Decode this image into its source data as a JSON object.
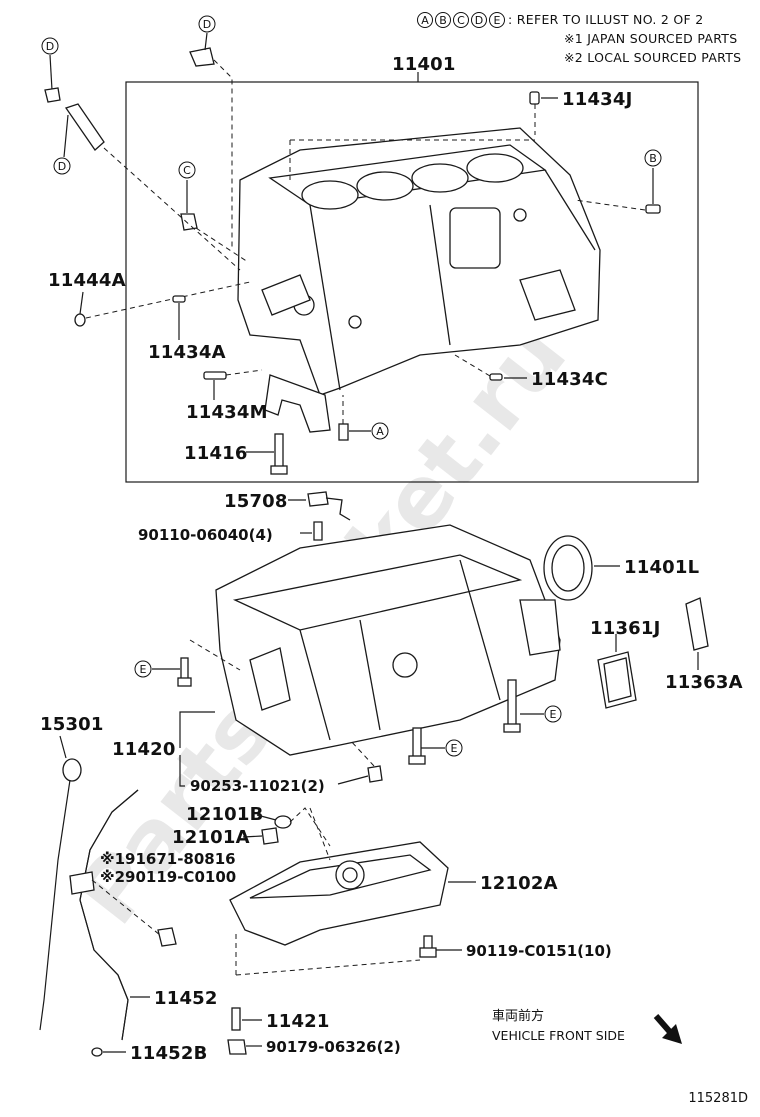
{
  "header": {
    "legend_letters": [
      "A",
      "B",
      "C",
      "D",
      "E"
    ],
    "legend_text": ": REFER TO ILLUST NO. 2 OF 2",
    "note1": "※1 JAPAN SOURCED PARTS",
    "note2": "※2 LOCAL SOURCED PARTS"
  },
  "watermark": "PartsMarket.ru",
  "parts": {
    "p11401": "11401",
    "p11434J": "11434J",
    "p11444A": "11444A",
    "p11434A": "11434A",
    "p11434C": "11434C",
    "p11434M": "11434M",
    "p11416": "11416",
    "p15708": "15708",
    "p90110": "90110-06040(4)",
    "p11401L": "11401L",
    "p11361J": "11361J",
    "p11363A": "11363A",
    "p15301": "15301",
    "p11420": "11420",
    "p90253": "90253-11021(2)",
    "p12101B": "12101B",
    "p12101A": "12101A",
    "p191671": "※191671-80816",
    "p290119": "※290119-C0100",
    "p12102A": "12102A",
    "p90119c": "90119-C0151(10)",
    "p11452": "11452",
    "p11421": "11421",
    "p11452B": "11452B",
    "p90179": "90179-06326(2)"
  },
  "callouts": {
    "d1": "D",
    "d2": "D",
    "d3": "D",
    "c1": "C",
    "b1": "B",
    "a1": "A",
    "e1": "E",
    "e2": "E",
    "e3": "E"
  },
  "front": {
    "jp": "車両前方",
    "en": "VEHICLE FRONT SIDE"
  },
  "figure_id": "115281D"
}
